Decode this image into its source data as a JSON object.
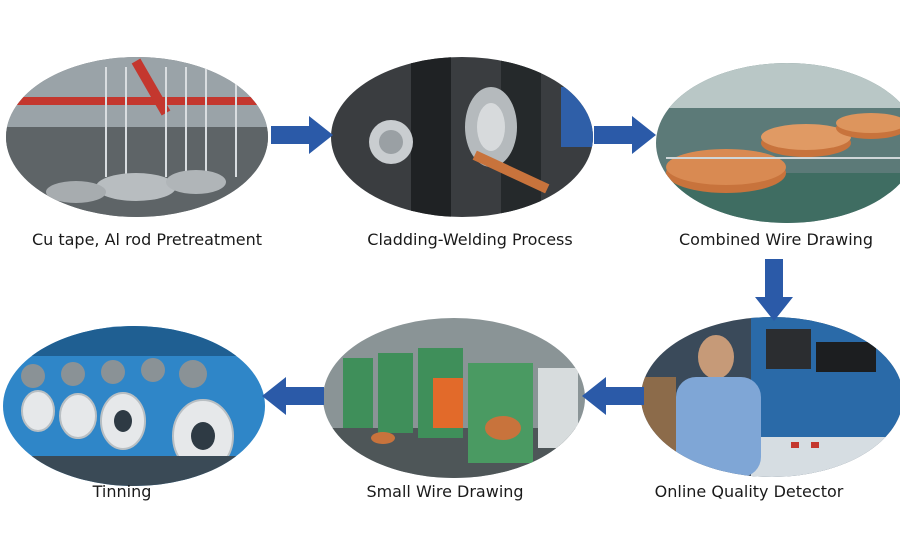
{
  "colors": {
    "arrow": "#2b5aa8",
    "copper": "#c8733c",
    "machine_green": "#3f8f5a"
  },
  "process": {
    "steps": [
      {
        "label": "Cu tape, Al rod Pretreatment",
        "photo": "factory-floor-photo"
      },
      {
        "label": "Cladding-Welding Process",
        "photo": "welding-machine-photo"
      },
      {
        "label": "Combined Wire Drawing",
        "photo": "copper-coils-photo"
      },
      {
        "label": "Online Quality Detector",
        "photo": "operator-console-photo"
      },
      {
        "label": "Small Wire Drawing",
        "photo": "drawing-machines-photo"
      },
      {
        "label": "Tinning",
        "photo": "tinning-spools-photo"
      }
    ]
  }
}
